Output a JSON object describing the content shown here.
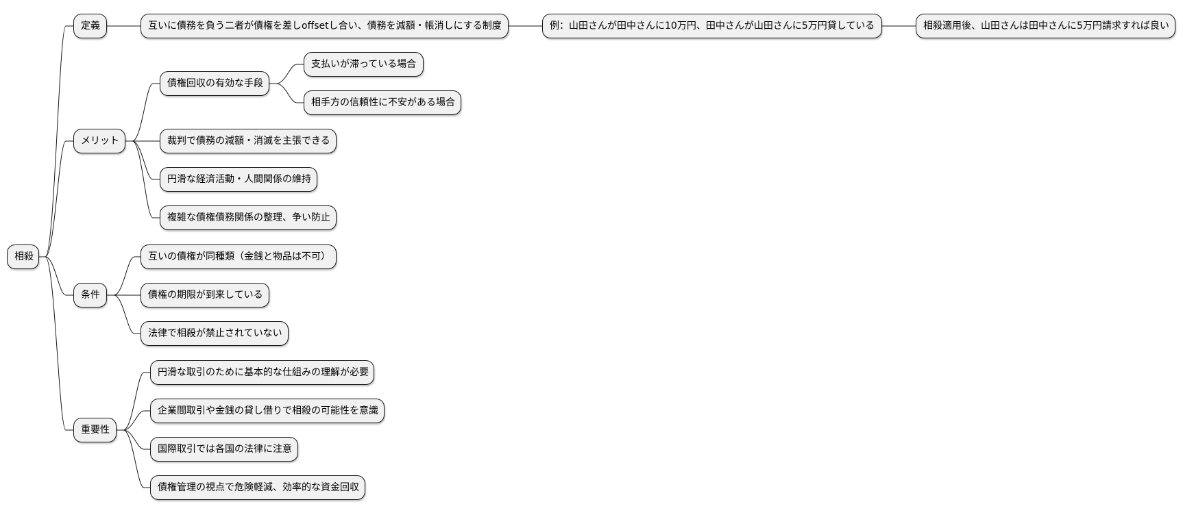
{
  "diagram": {
    "type": "mindmap",
    "colors": {
      "node_fill": "#f1f1f1",
      "node_border": "#181818",
      "edge": "#181818",
      "background": "#ffffff"
    },
    "root": {
      "label": "相殺"
    },
    "nodes": {
      "teigi": {
        "label": "定義"
      },
      "teigi_desc": {
        "label": "互いに債務を負う二者が債権を差しoffsetし合い、債務を減額・帳消しにする制度"
      },
      "example": {
        "label": "例：山田さんが田中さんに10万円、田中さんが山田さんに5万円貸している"
      },
      "example_result": {
        "label": "相殺適用後、山田さんは田中さんに5万円請求すれば良い"
      },
      "merit": {
        "label": "メリット"
      },
      "merit_1": {
        "label": "債権回収の有効な手段"
      },
      "merit_1_1": {
        "label": "支払いが滞っている場合"
      },
      "merit_1_2": {
        "label": "相手方の信頼性に不安がある場合"
      },
      "merit_2": {
        "label": "裁判で債務の減額・消滅を主張できる"
      },
      "merit_3": {
        "label": "円滑な経済活動・人間関係の維持"
      },
      "merit_4": {
        "label": "複雑な債権債務関係の整理、争い防止"
      },
      "joken": {
        "label": "条件"
      },
      "joken_1": {
        "label": "互いの債権が同種類（金銭と物品は不可）"
      },
      "joken_2": {
        "label": "債権の期限が到来している"
      },
      "joken_3": {
        "label": "法律で相殺が禁止されていない"
      },
      "juyo": {
        "label": "重要性"
      },
      "juyo_1": {
        "label": "円滑な取引のために基本的な仕組みの理解が必要"
      },
      "juyo_2": {
        "label": "企業間取引や金銭の貸し借りで相殺の可能性を意識"
      },
      "juyo_3": {
        "label": "国際取引では各国の法律に注意"
      },
      "juyo_4": {
        "label": "債権管理の視点で危険軽減、効率的な資金回収"
      }
    }
  }
}
